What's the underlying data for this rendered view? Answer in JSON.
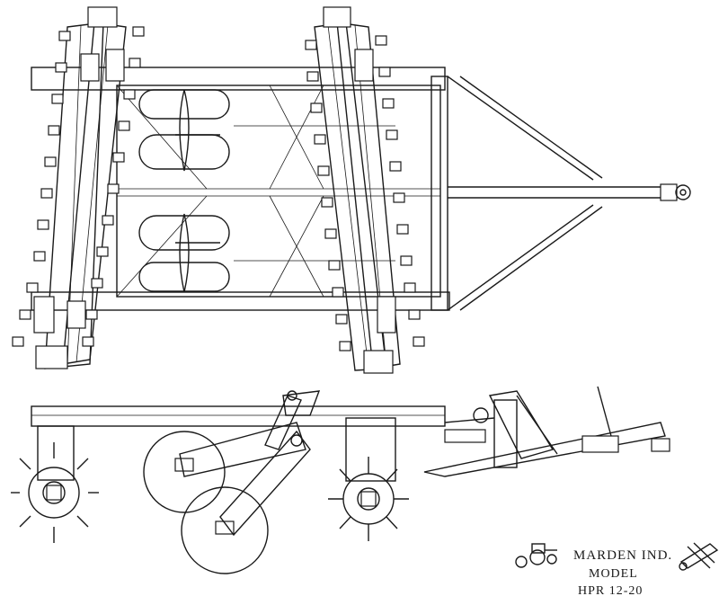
{
  "title_block": {
    "company": "MARDEN IND.",
    "model_label": "MODEL",
    "model_number": "HPR 12-20"
  },
  "icons": {
    "left_logo": "tractor-with-roller-icon",
    "right_logo": "roller-chopper-icon"
  },
  "colors": {
    "line": "#1a1a1a",
    "paper": "#ffffff"
  }
}
